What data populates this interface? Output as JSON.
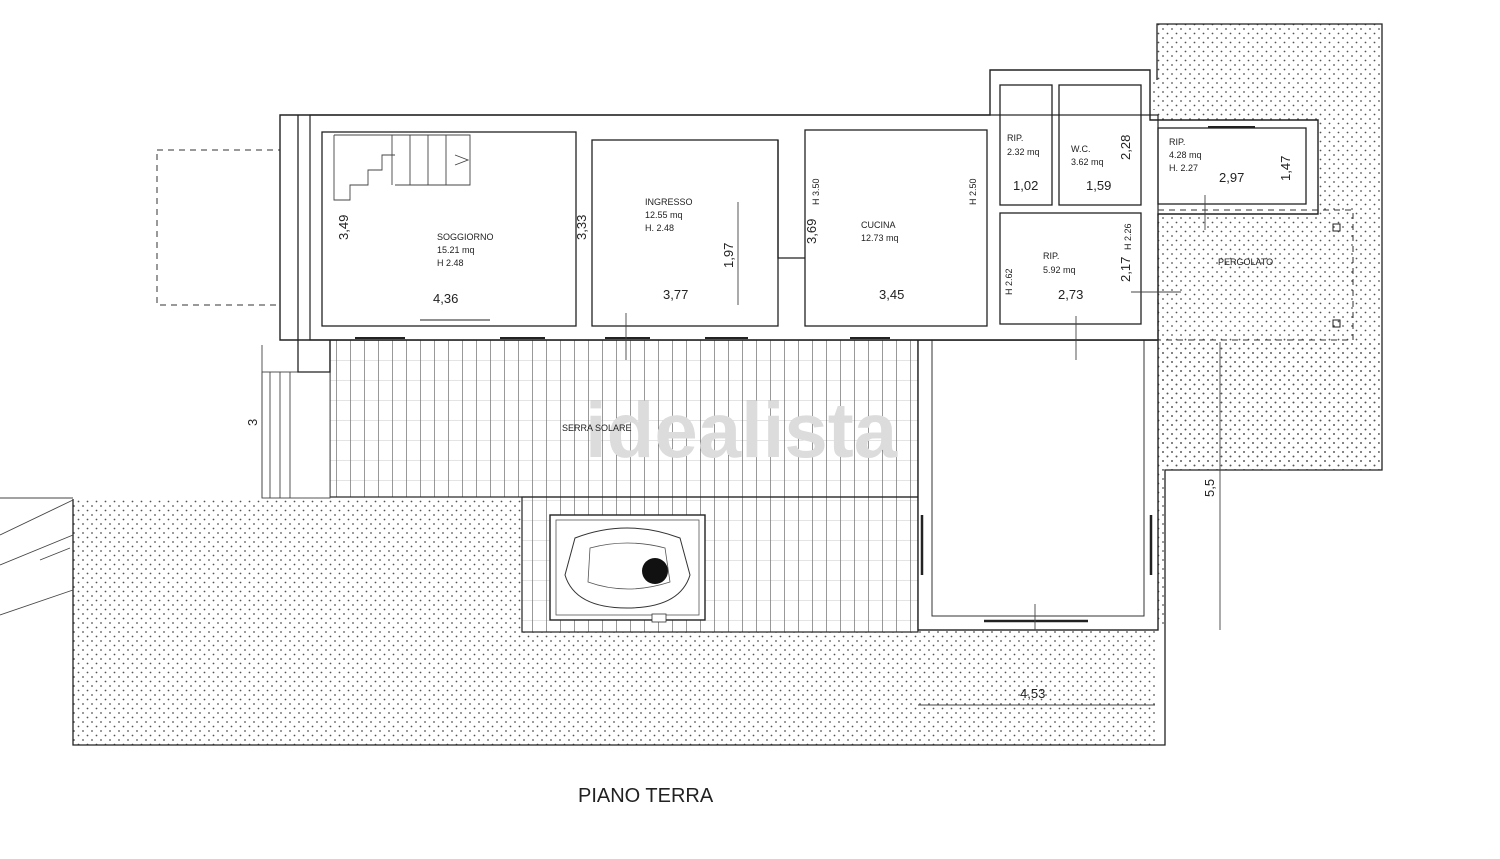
{
  "plan_title": "PIANO TERRA",
  "watermark": "idealista",
  "rooms": {
    "soggiorno": {
      "name": "SOGGIORNO",
      "area": "15.21 mq",
      "height": "H 2.48"
    },
    "ingresso": {
      "name": "INGRESSO",
      "area": "12.55 mq",
      "height": "H. 2.48"
    },
    "cucina": {
      "name": "CUCINA",
      "area": "12.73 mq"
    },
    "rip1": {
      "name": "RIP.",
      "area": "2.32 mq"
    },
    "wc": {
      "name": "W.C.",
      "area": "3.62 mq"
    },
    "rip3": {
      "name": "RIP.",
      "area": "4.28 mq",
      "height": "H. 2.27"
    },
    "rip2": {
      "name": "RIP.",
      "area": "5.92 mq"
    },
    "pergolato": {
      "name": "PERGOLATO"
    },
    "serra": {
      "name": "SERRA SOLARE"
    }
  },
  "heights": {
    "h350": "H 3.50",
    "h250": "H 2.50",
    "h262": "H 2.62",
    "h226": "H 2.26"
  },
  "dimensions": {
    "d349": "3,49",
    "d436": "4,36",
    "d333": "3,33",
    "d377": "3,77",
    "d197": "1,97",
    "d369": "3,69",
    "d345": "3,45",
    "d102": "1,02",
    "d159": "1,59",
    "d228": "2,28",
    "d297": "2,97",
    "d147": "1,47",
    "d273": "2,73",
    "d217": "2,17",
    "d3": "3",
    "d55": "5,5",
    "d453": "4,53"
  }
}
